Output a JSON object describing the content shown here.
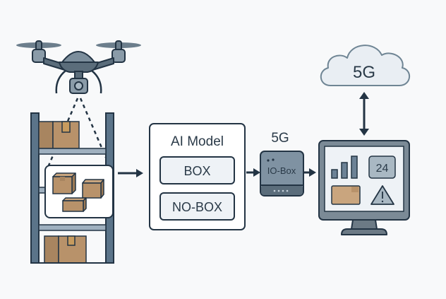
{
  "diagram": {
    "type": "pipeline",
    "description_nodes": [
      {
        "id": "drone",
        "label": "Drone with camera"
      },
      {
        "id": "shelf",
        "label": "Warehouse shelf"
      },
      {
        "id": "ai_model",
        "label": "AI Model"
      },
      {
        "id": "io_box",
        "label": "IO-Box"
      },
      {
        "id": "cloud",
        "label": "5G"
      },
      {
        "id": "monitor",
        "label": "Dashboard monitor"
      }
    ],
    "edges": [
      {
        "from": "shelf",
        "to": "ai_model",
        "style": "arrow"
      },
      {
        "from": "ai_model",
        "to": "io_box",
        "style": "arrow"
      },
      {
        "from": "io_box",
        "to": "monitor",
        "style": "arrow"
      },
      {
        "from": "monitor",
        "to": "cloud",
        "style": "bidirectional"
      }
    ]
  },
  "ai_model": {
    "title": "AI Model",
    "classes": [
      "BOX",
      "NO-BOX"
    ]
  },
  "io_box": {
    "network_label": "5G",
    "label": "IO-Box"
  },
  "cloud": {
    "label": "5G"
  },
  "monitor": {
    "counter_value": "24",
    "widgets": [
      "signal-bars",
      "counter",
      "box",
      "warning"
    ]
  },
  "colors": {
    "background": "#f8f9fa",
    "outline": "#233444",
    "steel": "#5b7489",
    "shelf_beam": "#9fb0bf",
    "box": "#b8926a",
    "box_dark": "#a88560",
    "tape": "#c79b5e",
    "drone": "#6c7e8c",
    "io_box": "#7f92a2",
    "panel": "#eef2f6",
    "cloud_fill": "#e9eef3",
    "cloud_stroke": "#6f8594",
    "monitor_frame": "#7b8a96"
  }
}
